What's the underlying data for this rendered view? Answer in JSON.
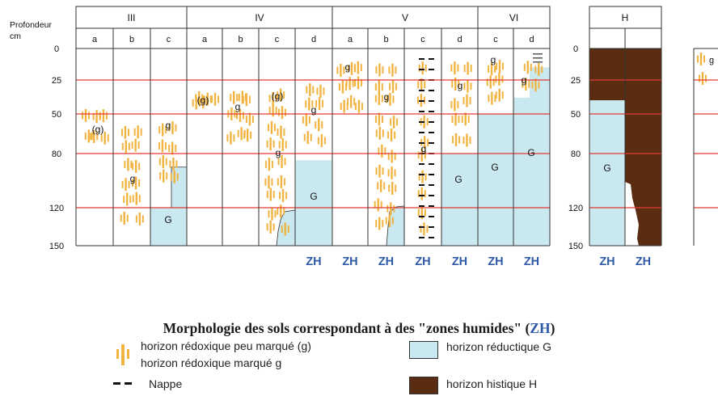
{
  "axis": {
    "header": "Profondeur",
    "unit": "cm",
    "depth_ticks": [
      0,
      25,
      50,
      80,
      120,
      150
    ]
  },
  "groups": [
    {
      "label": "III",
      "columns": [
        "a",
        "b",
        "c"
      ]
    },
    {
      "label": "IV",
      "columns": [
        "a",
        "b",
        "c",
        "d"
      ]
    },
    {
      "label": "V",
      "columns": [
        "a",
        "b",
        "c",
        "d"
      ]
    },
    {
      "label": "VI",
      "columns": [
        "c",
        "d"
      ]
    },
    {
      "label": "H",
      "columns": [
        "",
        ""
      ]
    }
  ],
  "depth_labels": {
    "main": [
      "0",
      "25",
      "50",
      "80",
      "120",
      "150"
    ],
    "h": [
      "0",
      "25",
      "50",
      "80",
      "120",
      "150"
    ]
  },
  "profile_labels": {
    "g_weak": "(g)",
    "g_marked": "g",
    "reductic": "G"
  },
  "zh_label": "ZH",
  "title": {
    "main": "Morphologie des sols correspondant à des \"zones humides\" (",
    "zh": "ZH",
    "close": ")"
  },
  "legend": {
    "redox_weak": "horizon rédoxique peu marqué (g)",
    "redox_marked": "horizon rédoxique marqué g",
    "water_table": "Nappe",
    "reductic": "horizon réductique G",
    "histic": "horizon histique H"
  },
  "colors": {
    "reductic": "#c9e8ef",
    "histic": "#5a2d12",
    "redox": "#f2b440",
    "depth_line": "#e53935",
    "zh": "#2f5aa6"
  }
}
